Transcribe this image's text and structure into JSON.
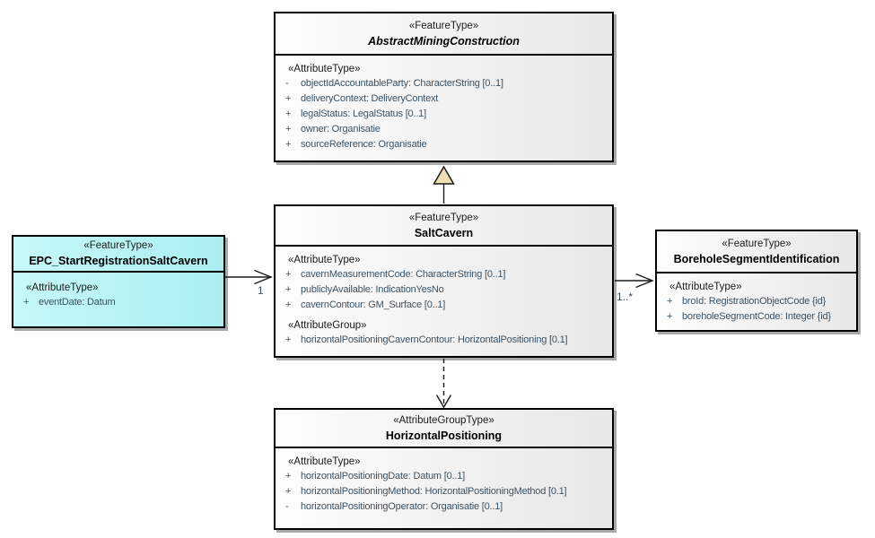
{
  "boxes": {
    "abstract_mining_construction": {
      "stereotype": "«FeatureType»",
      "name": "AbstractMiningConstruction",
      "attr_header": "«AttributeType»",
      "attributes": [
        {
          "vis": "-",
          "text": "objectIdAccountableParty: CharacterString [0..1]"
        },
        {
          "vis": "+",
          "text": "deliveryContext: DeliveryContext"
        },
        {
          "vis": "+",
          "text": "legalStatus: LegalStatus [0..1]"
        },
        {
          "vis": "+",
          "text": "owner: Organisatie"
        },
        {
          "vis": "+",
          "text": "sourceReference: Organisatie"
        }
      ]
    },
    "salt_cavern": {
      "stereotype": "«FeatureType»",
      "name": "SaltCavern",
      "attr_header": "«AttributeType»",
      "attributes": [
        {
          "vis": "+",
          "text": "cavernMeasurementCode: CharacterString [0..1]"
        },
        {
          "vis": "+",
          "text": "publiclyAvailable: IndicationYesNo"
        },
        {
          "vis": "+",
          "text": "cavernContour: GM_Surface [0..1]"
        }
      ],
      "group_header": "«AttributeGroup»",
      "group_attributes": [
        {
          "vis": "+",
          "text": "horizontalPositioningCavernContour: HorizontalPositioning [0.1]"
        }
      ]
    },
    "epc_start_registration_salt_cavern": {
      "stereotype": "«FeatureType»",
      "name": "EPC_StartRegistrationSaltCavern",
      "attr_header": "«AttributeType»",
      "attributes": [
        {
          "vis": "+",
          "text": "eventDate: Datum"
        }
      ]
    },
    "borehole_segment_identification": {
      "stereotype": "«FeatureType»",
      "name": "BoreholeSegmentIdentification",
      "attr_header": "«AttributeType»",
      "attributes": [
        {
          "vis": "+",
          "text": "broId: RegistrationObjectCode {id}"
        },
        {
          "vis": "+",
          "text": "boreholeSegmentCode: Integer {id}"
        }
      ]
    },
    "horizontal_positioning": {
      "stereotype": "«AttributeGroupType»",
      "name": "HorizontalPositioning",
      "attr_header": "«AttributeType»",
      "attributes": [
        {
          "vis": "+",
          "text": "horizontalPositioningDate: Datum [0..1]"
        },
        {
          "vis": "+",
          "text": "horizontalPositioningMethod: HorizontalPositioningMethod [0.1]"
        },
        {
          "vis": "-",
          "text": "horizontalPositioningOperator: Organisatie [0..1]"
        }
      ]
    }
  },
  "connectors": {
    "generalization_saltcavern_to_abstract": {
      "type": "generalization"
    },
    "association_epc_to_saltcavern": {
      "type": "association",
      "target_multiplicity": "1"
    },
    "association_saltcavern_to_borehole": {
      "type": "association",
      "target_multiplicity": "1..*"
    },
    "dependency_saltcavern_to_horizontalpositioning": {
      "type": "dependency"
    }
  },
  "colors": {
    "box_fill_start": "#fdfdfd",
    "box_fill_end": "#e7e7e7",
    "epc_fill_start": "#c6f8f9",
    "epc_fill_end": "#abeef1",
    "border": "#000000",
    "shadow": "#a9a9a9",
    "attr_text": "#3a5265",
    "stereotype_text": "#1a1a1a",
    "triangle_fill": "#f1ddb2"
  }
}
